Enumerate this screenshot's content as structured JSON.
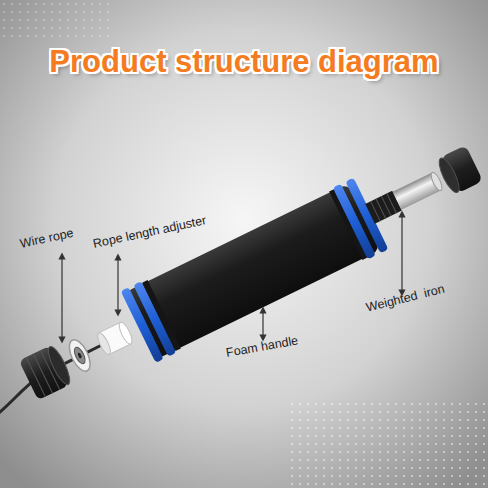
{
  "diagram": {
    "title": "Product structure diagram",
    "labels": [
      "Wire rope",
      "Rope length adjuster",
      "Foam handle",
      "Weighted  iron"
    ]
  }
}
